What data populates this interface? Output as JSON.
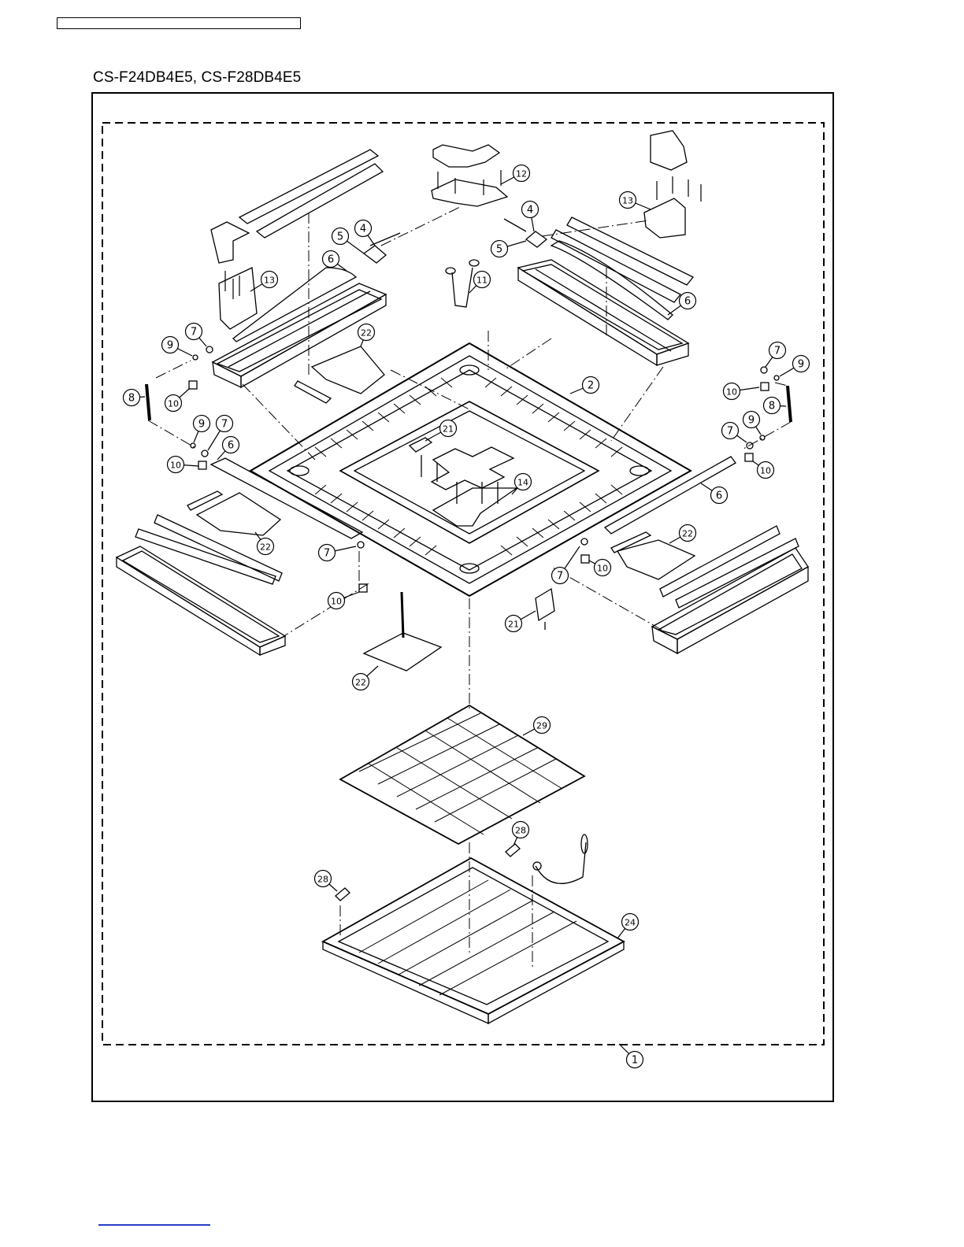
{
  "page": {
    "title": "CS-F24DB4E5, CS-F28DB4E5"
  },
  "callouts": [
    {
      "id": "c1",
      "label": "1"
    },
    {
      "id": "c2",
      "label": "2"
    },
    {
      "id": "c4a",
      "label": "4"
    },
    {
      "id": "c4b",
      "label": "4"
    },
    {
      "id": "c5a",
      "label": "5"
    },
    {
      "id": "c5b",
      "label": "5"
    },
    {
      "id": "c6a",
      "label": "6"
    },
    {
      "id": "c6b",
      "label": "6"
    },
    {
      "id": "c6c",
      "label": "6"
    },
    {
      "id": "c6d",
      "label": "6"
    },
    {
      "id": "c7a",
      "label": "7"
    },
    {
      "id": "c7b",
      "label": "7"
    },
    {
      "id": "c7c",
      "label": "7"
    },
    {
      "id": "c7d",
      "label": "7"
    },
    {
      "id": "c7e",
      "label": "7"
    },
    {
      "id": "c7f",
      "label": "7"
    },
    {
      "id": "c8a",
      "label": "8"
    },
    {
      "id": "c8b",
      "label": "8"
    },
    {
      "id": "c9a",
      "label": "9"
    },
    {
      "id": "c9b",
      "label": "9"
    },
    {
      "id": "c9c",
      "label": "9"
    },
    {
      "id": "c9d",
      "label": "9"
    },
    {
      "id": "c10a",
      "label": "10"
    },
    {
      "id": "c10b",
      "label": "10"
    },
    {
      "id": "c10c",
      "label": "10"
    },
    {
      "id": "c10d",
      "label": "10"
    },
    {
      "id": "c10e",
      "label": "10"
    },
    {
      "id": "c10f",
      "label": "10"
    },
    {
      "id": "c11",
      "label": "11"
    },
    {
      "id": "c12",
      "label": "12"
    },
    {
      "id": "c13a",
      "label": "13"
    },
    {
      "id": "c13b",
      "label": "13"
    },
    {
      "id": "c14",
      "label": "14"
    },
    {
      "id": "c21a",
      "label": "21"
    },
    {
      "id": "c21b",
      "label": "21"
    },
    {
      "id": "c22a",
      "label": "22"
    },
    {
      "id": "c22b",
      "label": "22"
    },
    {
      "id": "c22c",
      "label": "22"
    },
    {
      "id": "c22d",
      "label": "22"
    },
    {
      "id": "c24",
      "label": "24"
    },
    {
      "id": "c28a",
      "label": "28"
    },
    {
      "id": "c28b",
      "label": "28"
    },
    {
      "id": "c29",
      "label": "29"
    }
  ]
}
